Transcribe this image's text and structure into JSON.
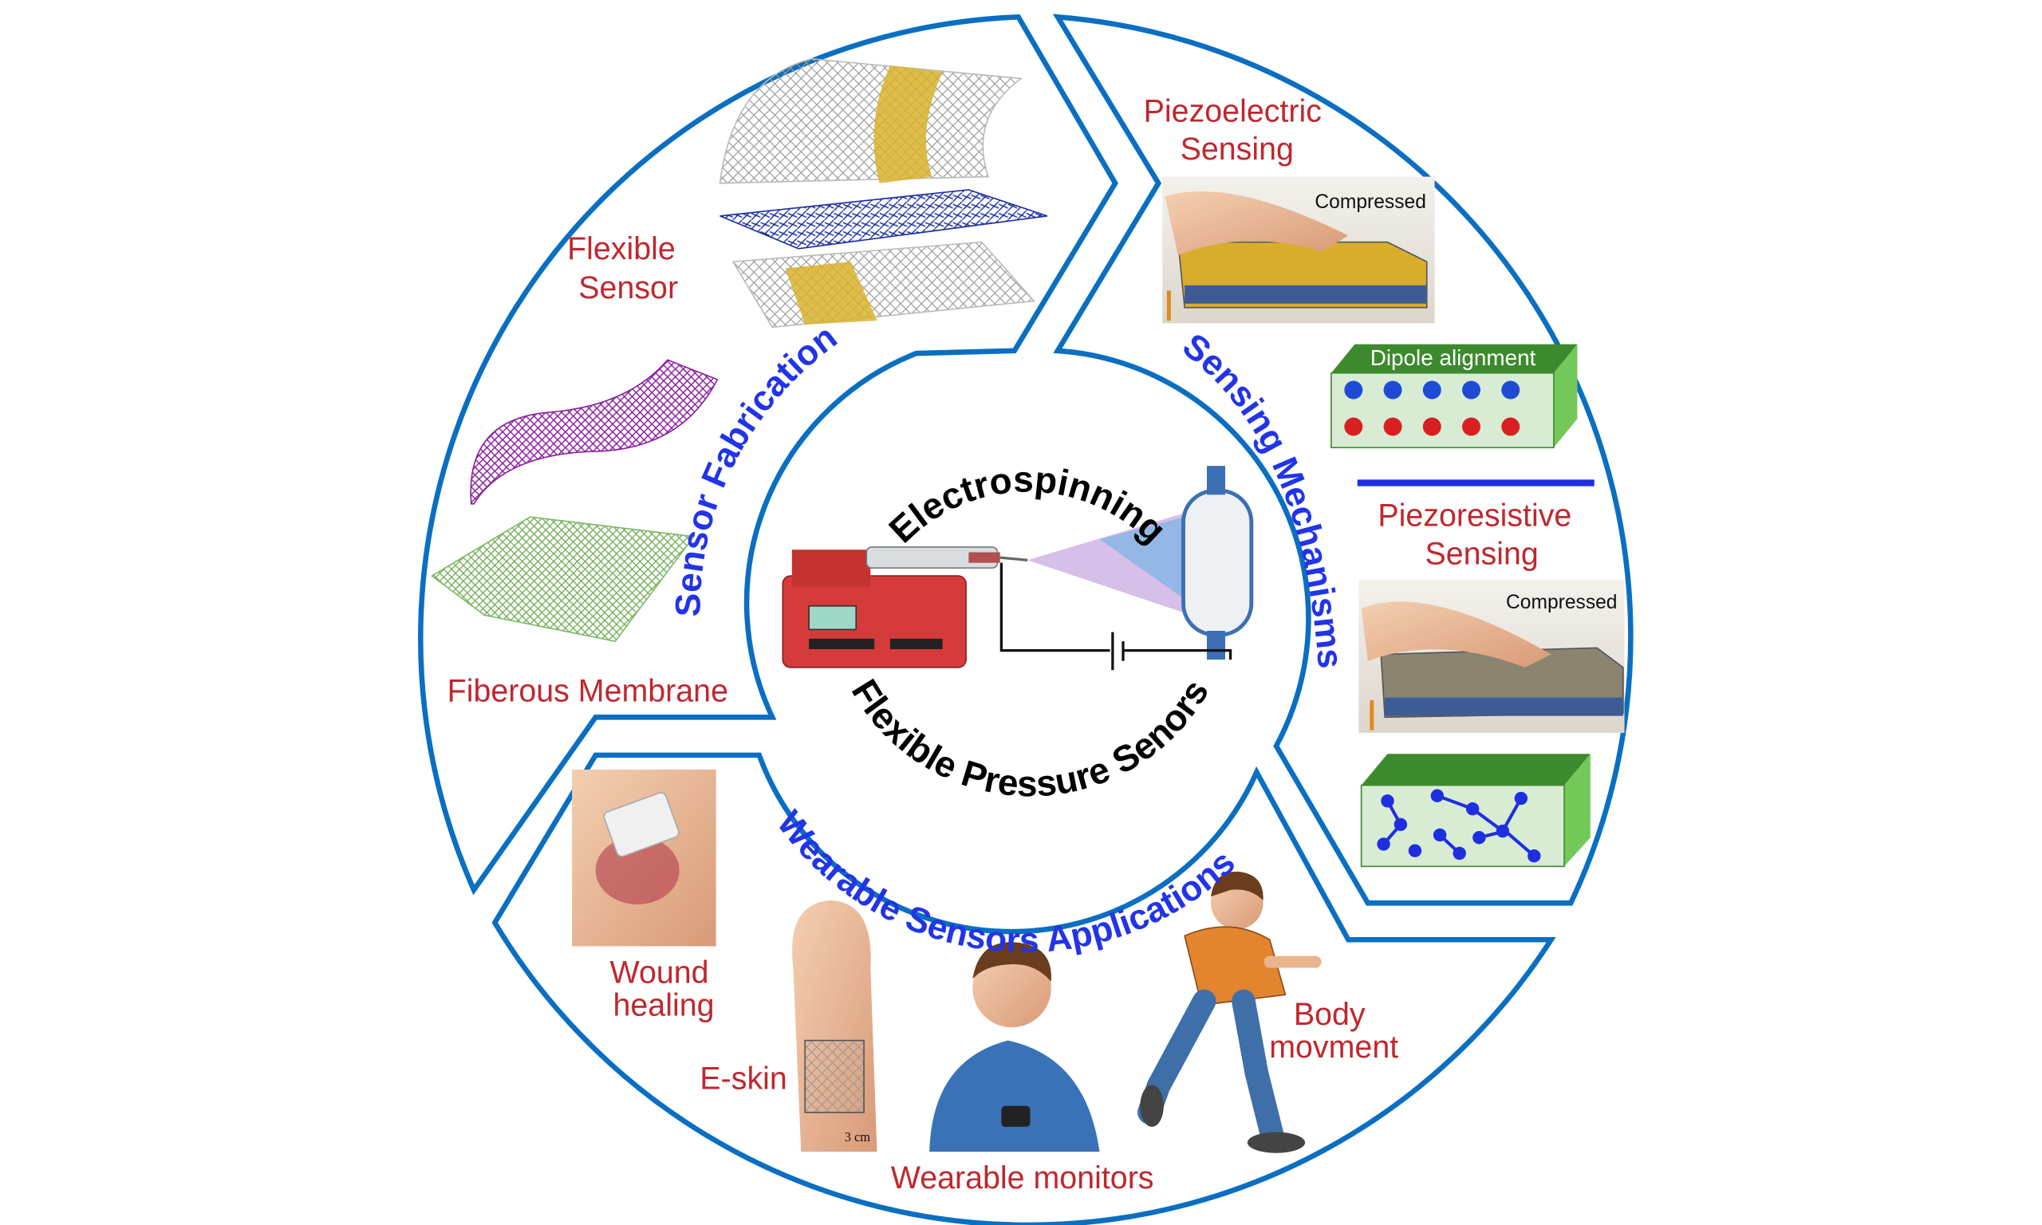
{
  "center": {
    "top_title": "Electrospinning",
    "bottom_title": "Flexible Pressure Senors"
  },
  "sections": {
    "fabrication": {
      "title": "Sensor Fabrication",
      "flexible_sensor": [
        "Flexible",
        "Sensor"
      ],
      "fibrous_membrane": "Fiberous Membrane"
    },
    "mechanisms": {
      "title": "Sensing Mechanisms",
      "piezoelectric": [
        "Piezoelectric",
        "Sensing"
      ],
      "compressed_1": "Compressed",
      "dipole": "Dipole alignment",
      "piezoresistive": [
        "Piezoresistive",
        "Sensing"
      ],
      "compressed_2": "Compressed"
    },
    "applications": {
      "title": "Wearable Sensors Applications",
      "wound": [
        "Wound",
        "healing"
      ],
      "eskin": "E-skin",
      "scale_bar": "3 cm",
      "monitors": "Wearable monitors",
      "body": [
        "Body",
        "movment"
      ]
    }
  },
  "colors": {
    "outline": "#0a6fc2",
    "section_title": "#2234e8",
    "label": "#c0272d",
    "green_box": "#3d8a2e"
  }
}
